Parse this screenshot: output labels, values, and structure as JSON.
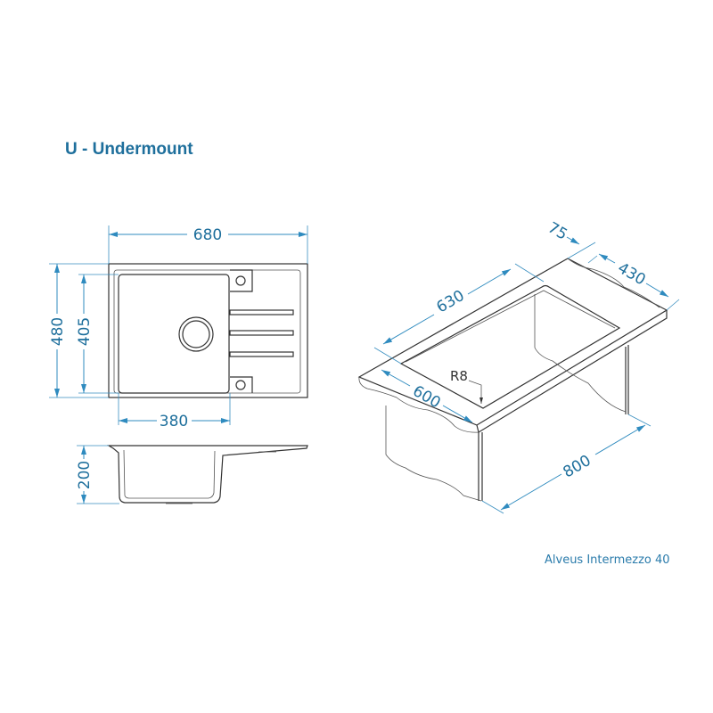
{
  "title": "U - Undermount",
  "model": "Alveus Intermezzo 40",
  "top_view": {
    "width": "680",
    "depth": "480",
    "bowl_depth": "405",
    "bowl_width": "380"
  },
  "side_view": {
    "height": "200"
  },
  "iso_view": {
    "d630": "630",
    "d75": "75",
    "d430": "430",
    "d600": "600",
    "r8": "R8",
    "d800": "800"
  },
  "colors": {
    "dimension": "#2f8bbf",
    "text": "#1e6f9c",
    "line": "#333333"
  }
}
